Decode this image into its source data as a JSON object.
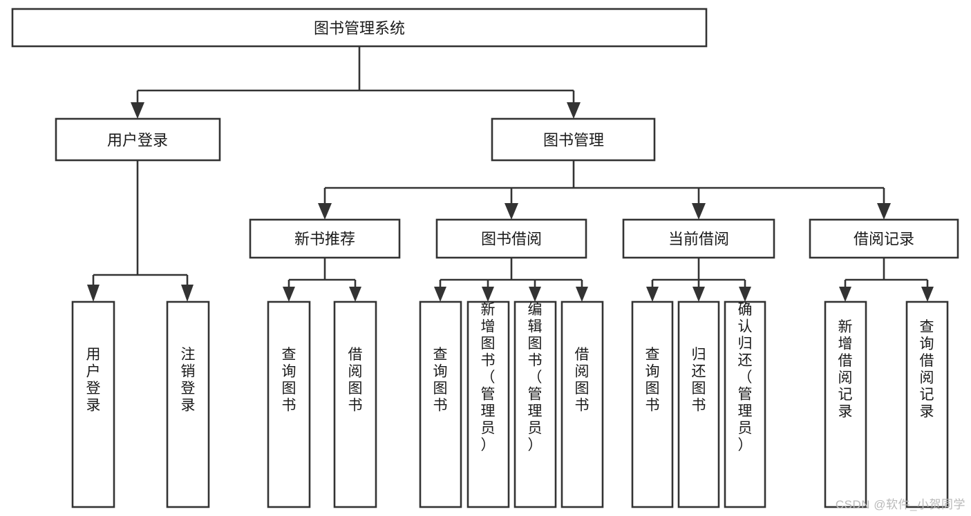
{
  "diagram": {
    "title": "图书管理系统",
    "watermark": "CSDN @软件_小贺同学",
    "root": {
      "label": "图书管理系统"
    },
    "level2": [
      {
        "label": "用户登录"
      },
      {
        "label": "图书管理"
      }
    ],
    "level3": [
      {
        "label": "新书推荐"
      },
      {
        "label": "图书借阅"
      },
      {
        "label": "当前借阅"
      },
      {
        "label": "借阅记录"
      }
    ],
    "leaves": {
      "user_login": [
        {
          "label": "用户登录"
        },
        {
          "label": "注销登录"
        }
      ],
      "new_book_recommend": [
        {
          "label": "查询图书"
        },
        {
          "label": "借阅图书"
        }
      ],
      "book_borrow": [
        {
          "label": "查询图书"
        },
        {
          "label": "新增图书（管理员）"
        },
        {
          "label": "编辑图书（管理员）"
        },
        {
          "label": "借阅图书"
        }
      ],
      "current_borrow": [
        {
          "label": "查询图书"
        },
        {
          "label": "归还图书"
        },
        {
          "label": "确认归还（管理员）"
        }
      ],
      "borrow_records": [
        {
          "label": "新增借阅记录"
        },
        {
          "label": "查询借阅记录"
        }
      ]
    },
    "colors": {
      "stroke": "#333333",
      "fill": "#ffffff",
      "text": "#1a1a1a",
      "watermark": "#b9b9b9"
    }
  }
}
